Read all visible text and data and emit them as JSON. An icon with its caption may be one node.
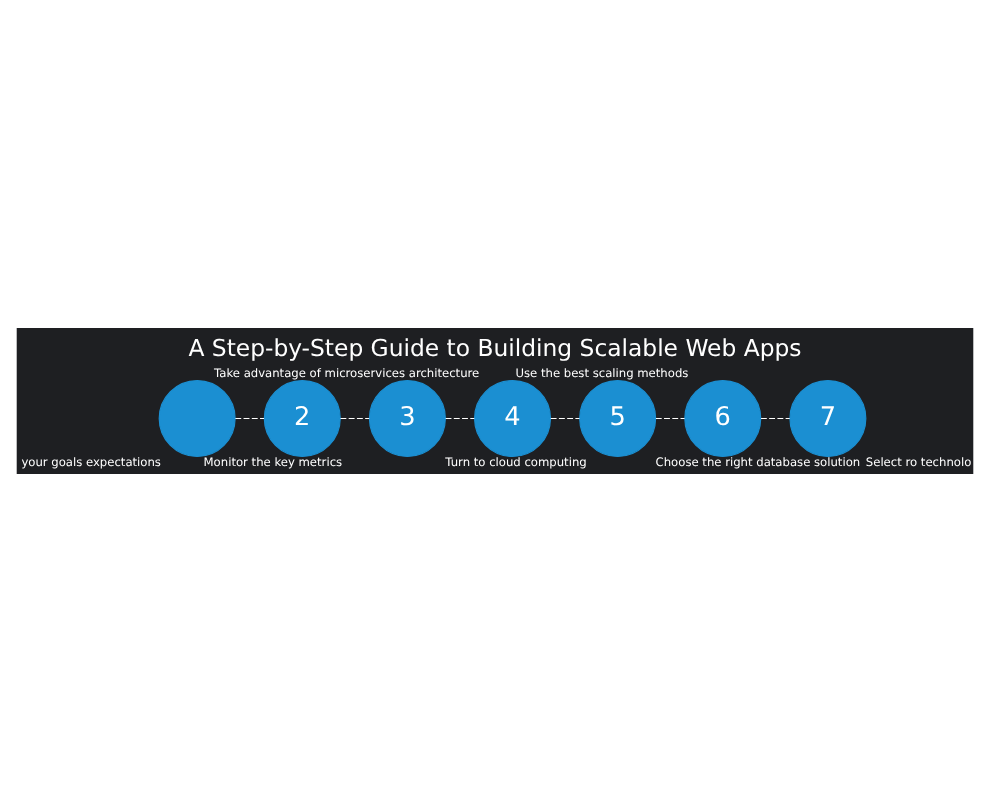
{
  "diagram": {
    "title": "A Step-by-Step Guide to Building Scalable Web Apps",
    "nodes": [
      {
        "text": [],
        "shape": "circle",
        "beside": [
          "your goals expectations"
        ]
      },
      {
        "text": [
          "2"
        ],
        "beside": [
          "Monitor the key metrics"
        ]
      },
      {
        "text": [
          "3"
        ],
        "beside": [
          "Turn to cloud computing"
        ]
      },
      {
        "text": [
          "4"
        ],
        "beside": [
          "Take advantage of microservices architecture"
        ]
      },
      {
        "text": [
          "5"
        ],
        "beside": [
          "Choose the right database solution"
        ]
      },
      {
        "text": [
          "6"
        ],
        "beside": [
          "Use the best scaling methods"
        ]
      },
      {
        "text": [
          "7"
        ],
        "beside": [
          "Select ro technolo"
        ]
      }
    ],
    "edges": [
      {
        "from": 0,
        "to": 1,
        "arrow": "none",
        "style": "dashed"
      },
      {
        "from": 1,
        "to": 2,
        "arrow": "none",
        "style": "dashed"
      },
      {
        "from": 2,
        "to": 3,
        "arrow": "none",
        "style": "dashed"
      },
      {
        "from": 3,
        "to": 4,
        "arrow": "none",
        "style": "dashed"
      },
      {
        "from": 4,
        "to": 5,
        "arrow": "none",
        "style": "dashed"
      },
      {
        "from": 5,
        "to": 6,
        "arrow": "none",
        "style": "dashed"
      }
    ]
  }
}
